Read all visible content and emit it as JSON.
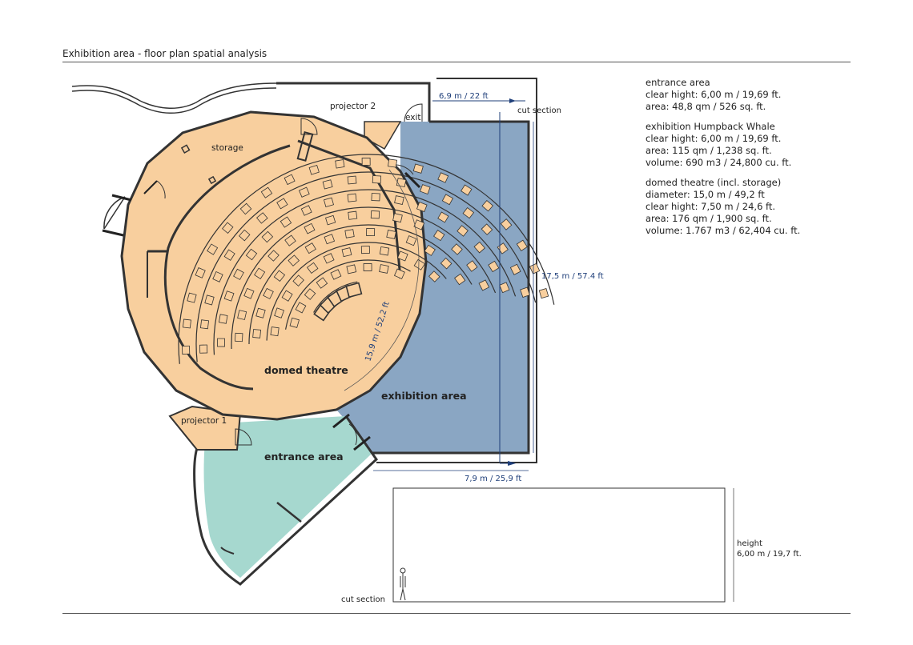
{
  "title": "Exhibition area - floor plan spatial analysis",
  "colors": {
    "theatre": "#f8cf9e",
    "exhibition": "#8aa6c3",
    "entrance": "#a6d8cf",
    "wall": "#333333",
    "dimension": "#1f3f7a"
  },
  "rooms": {
    "storage": "storage",
    "projector_2": "projector 2",
    "exit": "exit",
    "projector_1": "projector 1",
    "domed_theatre": "domed theatre",
    "exhibition_area": "exhibition area",
    "entrance_area": "entrance area"
  },
  "dimensions": {
    "top_width": "6,9 m / 22 ft",
    "cut_section": "cut section",
    "height_exhibition": "17,5 m / 57.4 ft",
    "dome_diameter": "15,9 m / 52,2 ft",
    "bottom_width": "7,9 m / 25,9 ft"
  },
  "section": {
    "label": "cut section",
    "height_label": "height",
    "height_value": "6,00 m / 19,7 ft."
  },
  "info": {
    "entrance": [
      "entrance area",
      "clear hight: 6,00 m / 19,69 ft.",
      "area: 48,8 qm / 526 sq. ft."
    ],
    "exhibition": [
      "exhibition Humpback Whale",
      "clear hight: 6,00 m / 19,69 ft.",
      "area: 115 qm / 1,238 sq. ft.",
      "volume: 690 m3 / 24,800 cu. ft."
    ],
    "theatre": [
      "domed theatre (incl. storage)",
      "diameter: 15,0 m / 49,2 ft",
      "clear hight: 7,50 m / 24,6 ft.",
      "area: 176 qm / 1,900 sq. ft.",
      "volume: 1.767 m3 / 62,404 cu. ft."
    ]
  }
}
